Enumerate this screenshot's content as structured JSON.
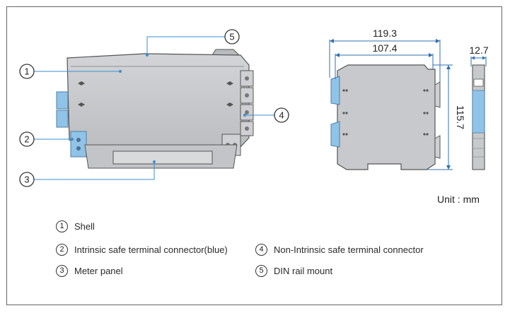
{
  "callouts": {
    "c1": "1",
    "c2": "2",
    "c3": "3",
    "c4": "4",
    "c5": "5"
  },
  "dimensions": {
    "total_width": "119.3",
    "body_width": "107.4",
    "height": "115.7",
    "depth": "12.7"
  },
  "unit_label": "Unit : mm",
  "legend": [
    {
      "number": "1",
      "label": "Shell"
    },
    {
      "number": "2",
      "label": "Intrinsic safe terminal connector(blue)"
    },
    {
      "number": "3",
      "label": "Meter panel"
    },
    {
      "number": "4",
      "label": "Non-Intrinsic safe terminal connector"
    },
    {
      "number": "5",
      "label": "DIN rail mount"
    }
  ],
  "colors": {
    "shell": "#c8c9cc",
    "shell_dark": "#a9aaad",
    "blue_connector": "#8fc3e8",
    "callout_line": "#3a8fd0",
    "dim_line": "#2f6fb2"
  }
}
